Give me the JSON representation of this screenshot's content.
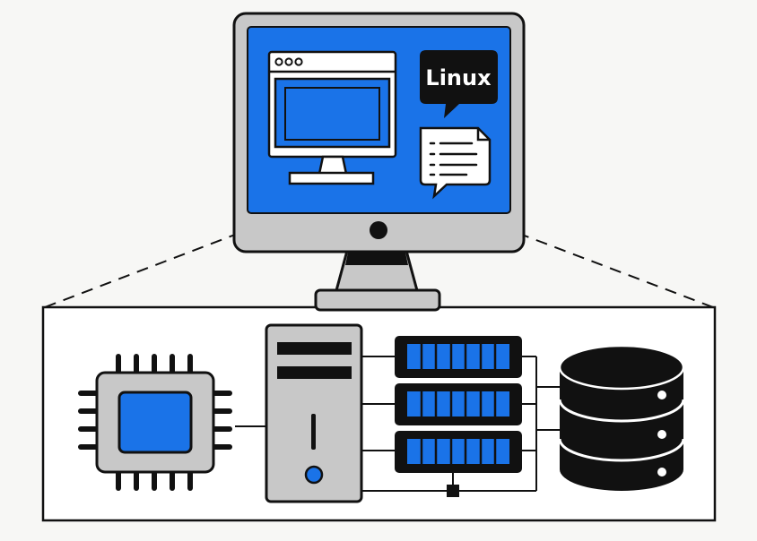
{
  "monitor": {
    "badge_text": "Linux",
    "screen_color": "#1a73e8",
    "bezel_color": "#c8c8c8"
  },
  "colors": {
    "accent_blue": "#1a73e8",
    "outline": "#111111",
    "panel_gray": "#c8c8c8",
    "background": "#f7f7f5"
  },
  "icons": {
    "app_window": "app-window-icon",
    "chat_bubble": "linux-chat-bubble-icon",
    "document_bubble": "document-bubble-icon",
    "cpu": "cpu-chip-icon",
    "tower": "server-tower-icon",
    "rack": "rack-server-icon",
    "database": "database-icon"
  },
  "hardware": {
    "rack_units": 3,
    "database_disks": 3
  }
}
